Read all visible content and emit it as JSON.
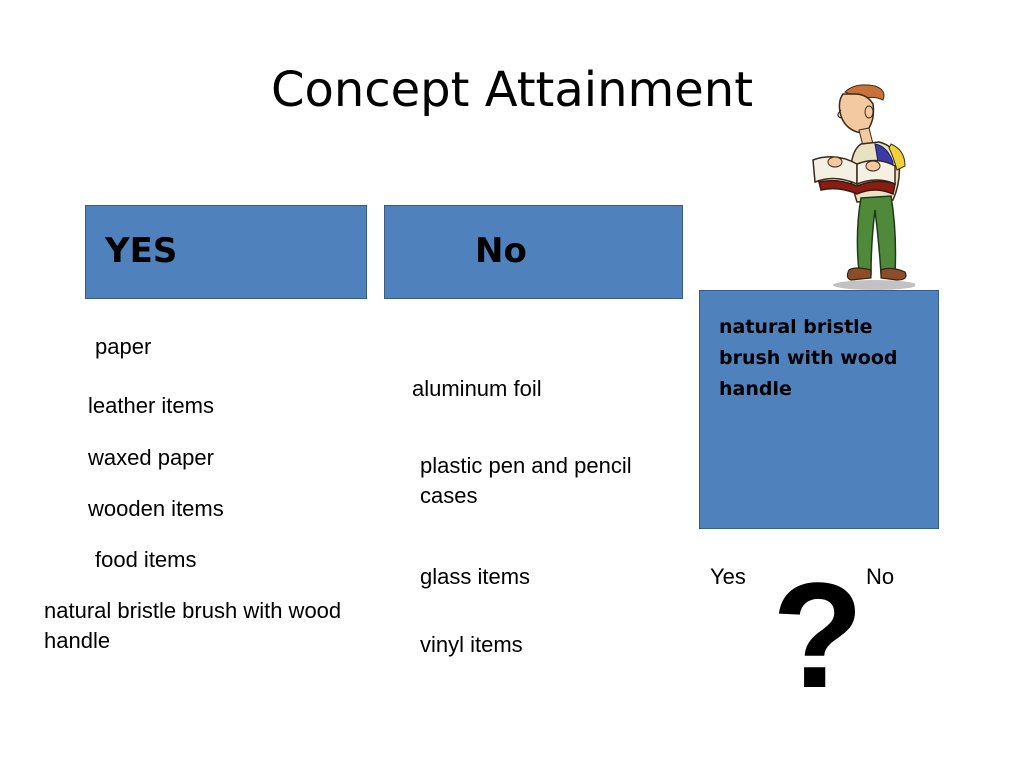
{
  "slide": {
    "title": "Concept Attainment"
  },
  "yes_column": {
    "header": "YES",
    "items": [
      "paper",
      "leather items",
      "waxed paper",
      "wooden items",
      "food items",
      "natural bristle brush with wood handle"
    ]
  },
  "no_column": {
    "header": "No",
    "items": [
      "aluminum foil",
      "plastic pen and pencil cases",
      "glass items",
      "vinyl items"
    ]
  },
  "test_example": {
    "text": "natural bristle brush with wood handle",
    "choice_yes": "Yes",
    "choice_no": "No",
    "question_mark": "?"
  },
  "colors": {
    "box_fill": "#4f81bd",
    "box_border": "#385d8a"
  },
  "icons": {
    "reader": "reading-man-icon"
  }
}
